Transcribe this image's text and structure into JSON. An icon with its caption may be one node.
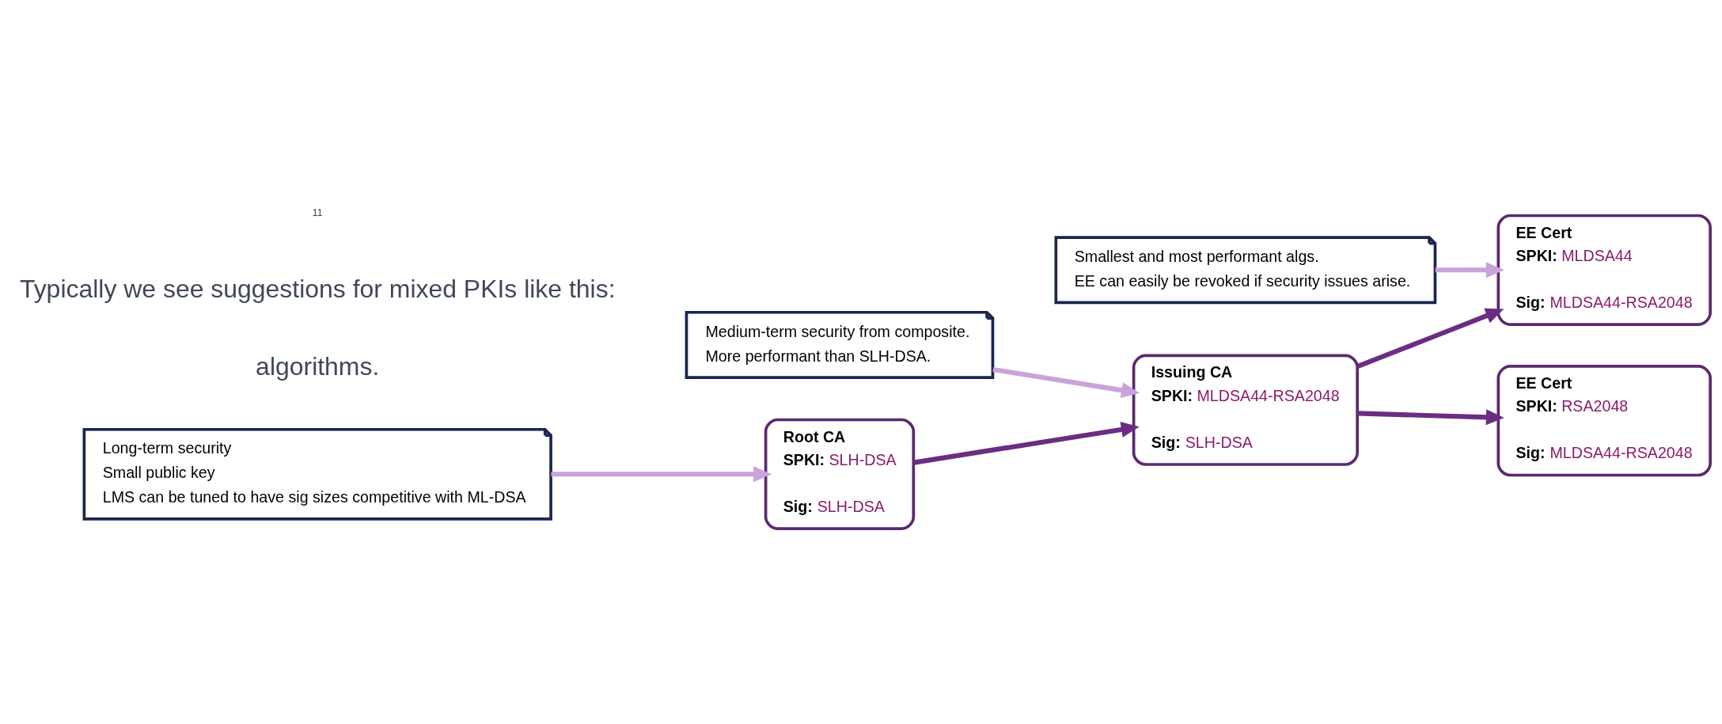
{
  "diagram": {
    "nodes": [
      {
        "text": [
          "Root CA",
          "SPKI: SLH-DSA",
          "Sig: SLH-DSA"
        ]
      },
      {
        "text": [
          "Issuing CA",
          "SPKI: MLDSA44-RSA2048",
          "Sig: SLH-DSA"
        ]
      },
      {
        "text": [
          "EE Cert",
          "SPKI: RSA2048",
          "Sig: MLDSA44-RSA2048"
        ]
      },
      {
        "text": [
          "EE Cert",
          "SPKI: MLDSA44",
          "Sig: MLDSA44-RSA2048"
        ]
      },
      {
        "text": [
          "Long-term security",
          "Small public key",
          "LMS can be tuned to have sig sizes competitive with ML-DSA"
        ]
      },
      {
        "text": [
          "Medium-term security from composite.",
          "More performant than SLH-DSA."
        ]
      },
      {
        "text": [
          "Smallest and most performant algs.",
          "EE can easily be revoked if security issues arise."
        ]
      }
    ],
    "edges": [
      {
        "from": 4,
        "to": 0,
        "arrow": "to",
        "color": "#c9a3d9"
      },
      {
        "from": 0,
        "to": 1,
        "arrow": "to",
        "color": "#6b2d82"
      },
      {
        "from": 5,
        "to": 1,
        "arrow": "to",
        "color": "#c9a3d9"
      },
      {
        "from": 1,
        "to": 2,
        "arrow": "to",
        "color": "#6b2d82"
      },
      {
        "from": 1,
        "to": 3,
        "arrow": "to",
        "color": "#6b2d82"
      },
      {
        "from": 6,
        "to": 3,
        "arrow": "to",
        "color": "#c9a3d9"
      }
    ],
    "labels": [
      "algorithms.",
      "Typically we see suggestions for mixed PKIs like this:",
      "11"
    ]
  }
}
